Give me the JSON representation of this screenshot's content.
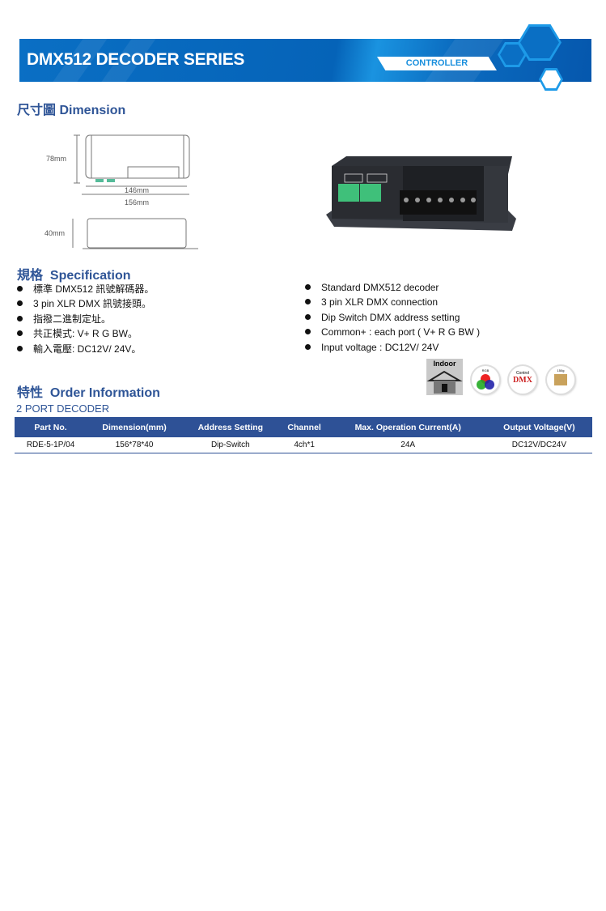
{
  "header": {
    "title": "DMX512 DECODER SERIES",
    "tag": "CONTROLLER"
  },
  "dimension": {
    "heading": "尺寸圖 Dimension",
    "height_label": "78mm",
    "inner_width_label": "146mm",
    "width_label": "156mm",
    "depth_label": "40mm"
  },
  "specification": {
    "heading_cn": "規格",
    "heading_en": "Specification",
    "items_cn": [
      "標準 DMX512 訊號解碼器。",
      "3 pin XLR DMX 訊號接頭。",
      "指撥二進制定址。",
      "共正模式: V+ R G BW。",
      "輸入電壓: DC12V/ 24V。"
    ],
    "items_en": [
      "Standard DMX512 decoder",
      "3 pin XLR DMX connection",
      "Dip Switch DMX address setting",
      "Common+ : each port ( V+ R G BW )",
      "Input voltage : DC12V/ 24V"
    ]
  },
  "icons": {
    "indoor": "Indoor",
    "rgb": "RGB",
    "control": "Control",
    "dmx": "DMX",
    "weight": "150g"
  },
  "order": {
    "heading_cn": "特性",
    "heading_en": "Order Information",
    "subheading": "2 PORT DECODER",
    "columns": [
      "Part No.",
      "Dimension(mm)",
      "Address Setting",
      "Channel",
      "Max. Operation Current(A)",
      "Output Voltage(V)"
    ],
    "rows": [
      [
        "RDE-5-1P/04",
        "156*78*40",
        "Dip-Switch",
        "4ch*1",
        "24A",
        "DC12V/DC24V"
      ]
    ]
  }
}
